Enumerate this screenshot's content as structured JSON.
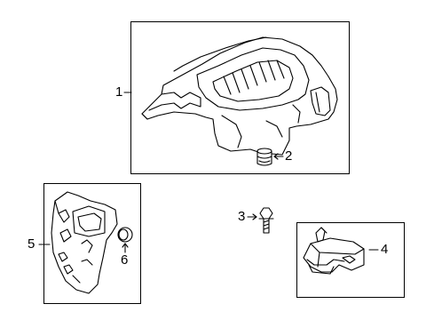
{
  "diagram": {
    "callouts": {
      "engine_cover": "1",
      "grommet": "2",
      "bolt": "3",
      "bracket": "4",
      "side_shield": "5",
      "insulator": "6"
    },
    "colors": {
      "line": "#000000",
      "background": "#ffffff"
    }
  }
}
